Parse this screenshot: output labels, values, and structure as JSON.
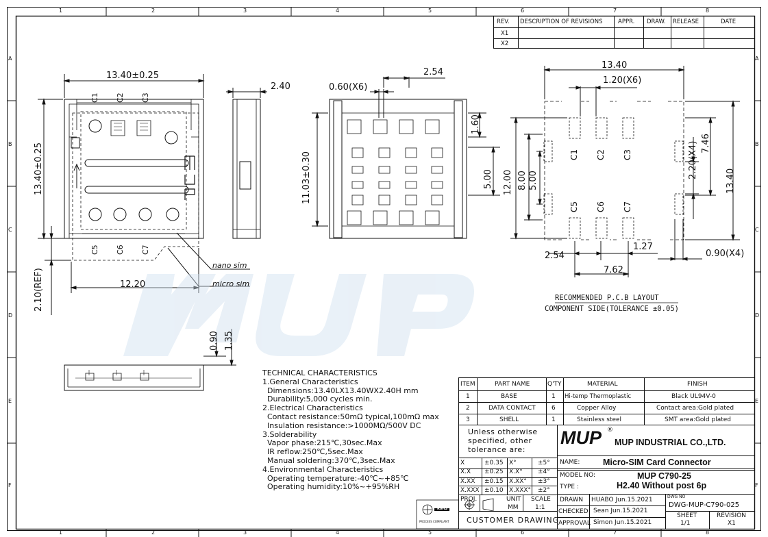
{
  "frame": {
    "cols": [
      "1",
      "2",
      "3",
      "4",
      "5",
      "6",
      "7",
      "8"
    ],
    "rows": [
      "A",
      "B",
      "C",
      "D",
      "E",
      "F"
    ]
  },
  "revision_table": {
    "headers": [
      "REV.",
      "DESCRIPTION OF REVISIONS",
      "APPR.",
      "DRAW.",
      "RELEASE",
      "DATE"
    ],
    "rows": [
      "X1",
      "X2"
    ]
  },
  "top_view": {
    "width_dim": "13.40±0.25",
    "height_dim": "13.40±0.25",
    "contacts_top": [
      "C1",
      "C2",
      "C3"
    ],
    "contacts_bottom": [
      "C5",
      "C6",
      "C7"
    ],
    "bottom_dim": "12.20",
    "ref_dim": "2.10(REF)",
    "nano_label": "nano sim",
    "micro_label": "micro sim",
    "logo_text": "MUP"
  },
  "side_view": {
    "width_dim": "2.40"
  },
  "bottom_view": {
    "pitch_dim": "0.60(X6)",
    "top_dim": "2.54",
    "height_dim": "11.03±0.30",
    "right_dim1": "1.60",
    "right_dim2": "5.00"
  },
  "pcb_layout": {
    "top_dim": "13.40",
    "pitch_dim": "1.20(X6)",
    "dim_746": "7.46",
    "dim_220": "2.20(X4)",
    "dim_1340": "13.40",
    "dim_1200": "12.00",
    "dim_800": "8.00",
    "dim_500": "5.00",
    "contacts_top": [
      "C1",
      "C2",
      "C3"
    ],
    "contacts_bottom": [
      "C5",
      "C6",
      "C7"
    ],
    "dim_127": "1.27",
    "dim_254": "2.54",
    "dim_762": "7.62",
    "dim_090": "0.90(X4)",
    "caption1": "RECOMMENDED P.C.B LAYOUT",
    "caption2": "COMPONENT SIDE(TOLERANCE ±0.05)"
  },
  "front_view": {
    "dim_090": "0.90",
    "dim_135": "1.35"
  },
  "tech": {
    "title": "TECHNICAL CHARACTERISTICS",
    "lines": [
      "1.General Characteristics",
      "  Dimensions:13.40LX13.40WX2.40H mm",
      "  Durability:5,000 cycles min.",
      "2.Electrical Characteristics",
      "  Contact resistance:50mΩ typical,100mΩ max",
      "  Insulation resistance:>1000MΩ/500V DC",
      "3.Solderability",
      "  Vapor phase:215℃,30sec.Max",
      "  IR reflow:250℃,5sec.Max",
      "  Manual soldering:370℃,3sec.Max",
      "4.Environmental Characteristics",
      "  Operating temperature:-40℃~+85℃",
      "  Operating humidity:10%~+95%RH"
    ]
  },
  "bom": {
    "headers": [
      "ITEM",
      "PART NAME",
      "Q'TY",
      "MATERIAL",
      "FINISH"
    ],
    "rows": [
      [
        "1",
        "BASE",
        "1",
        "Hi-temp Thermoplastic",
        "Black UL94V-0"
      ],
      [
        "2",
        "DATA CONTACT",
        "6",
        "Copper Alloy",
        "Contact area:Gold plated"
      ],
      [
        "3",
        "SHELL",
        "1",
        "Stainless steel",
        "SMT area:Gold plated"
      ]
    ]
  },
  "title_block": {
    "tolerance_note": [
      "Unless otherwise",
      "specified, other",
      "tolerance are:"
    ],
    "tolerances": [
      [
        "X",
        "±0.35",
        "X°",
        "±5°"
      ],
      [
        "X.X",
        "±0.25",
        "X.X°",
        "±4°"
      ],
      [
        "X.XX",
        "±0.15",
        "X.XX°",
        "±3°"
      ],
      [
        "X.XXX",
        "±0.10",
        "X.XXX°",
        "±2°"
      ]
    ],
    "proj_label": "PROJ.",
    "unit_label": "UNIT",
    "unit_value": "MM",
    "scale_label": "SCALE",
    "scale_value": "1:1",
    "customer_drawing": "CUSTOMER DRAWING",
    "logo": "MUP",
    "registered": "®",
    "company": "MUP INDUSTRIAL CO.,LTD.",
    "name_label": "NAME:",
    "name_value": "Micro-SIM Card Connector",
    "model_label": "MODEL NO:",
    "model_value": "MUP C790-25",
    "type_label": "TYPE :",
    "type_value": "H2.40 Without post 6p",
    "drawn_label": "DRAWN",
    "drawn_value": "HUABO Jun.15.2021",
    "checked_label": "CHECKED",
    "checked_value": "Sean Jun.15.2021",
    "approval_label": "APPROVAL",
    "approval_value": "Simon Jun.15.2021",
    "dwg_label": "DWG NO",
    "dwg_value": "DWG-MUP-C790-025",
    "sheet_label": "SHEET",
    "sheet_value": "1/1",
    "revision_label": "REVISION",
    "revision_value": "X1",
    "rohs": "RoHS",
    "process": "PROCESS COMPLIANT"
  },
  "watermark": "MUP"
}
